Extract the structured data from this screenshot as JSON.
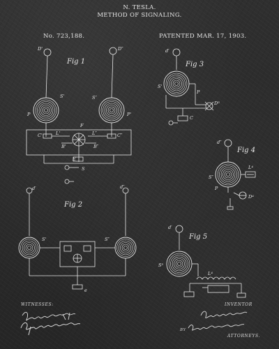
{
  "header": {
    "inventor_name": "N. TESLA.",
    "title": "METHOD OF SIGNALING.",
    "patent_number": "No. 723,188.",
    "patent_date": "PATENTED MAR. 17, 1903."
  },
  "figures": {
    "fig1": "Fig 1",
    "fig2": "Fig 2",
    "fig3": "Fig 3",
    "fig4": "Fig 4",
    "fig5": "Fig 5"
  },
  "labels": {
    "d_prime": "D'",
    "d_double": "D″",
    "d_small_prime": "d′",
    "d_small_double": "d″",
    "s_prime": "S'",
    "s_double": "S″",
    "p": "P",
    "p_prime": "P'",
    "f": "F",
    "b_prime": "B'",
    "b_double": "B″",
    "c_prime": "C'",
    "c_double": "C″",
    "l_prime": "L'",
    "l_double": "L″",
    "e": "E",
    "s": "S",
    "d3": "D³",
    "d4": "D⁴",
    "l4": "L⁴",
    "c": "C",
    "s5": "S⁵",
    "e_small": "e"
  },
  "signatures": {
    "witnesses_label": "WITNESSES:",
    "inventor_label": "INVENTOR",
    "by_label": "BY",
    "attorneys_label": "ATTORNEYS."
  },
  "colors": {
    "ink": "#e8e8e8",
    "paper": "#2b2b2b"
  }
}
